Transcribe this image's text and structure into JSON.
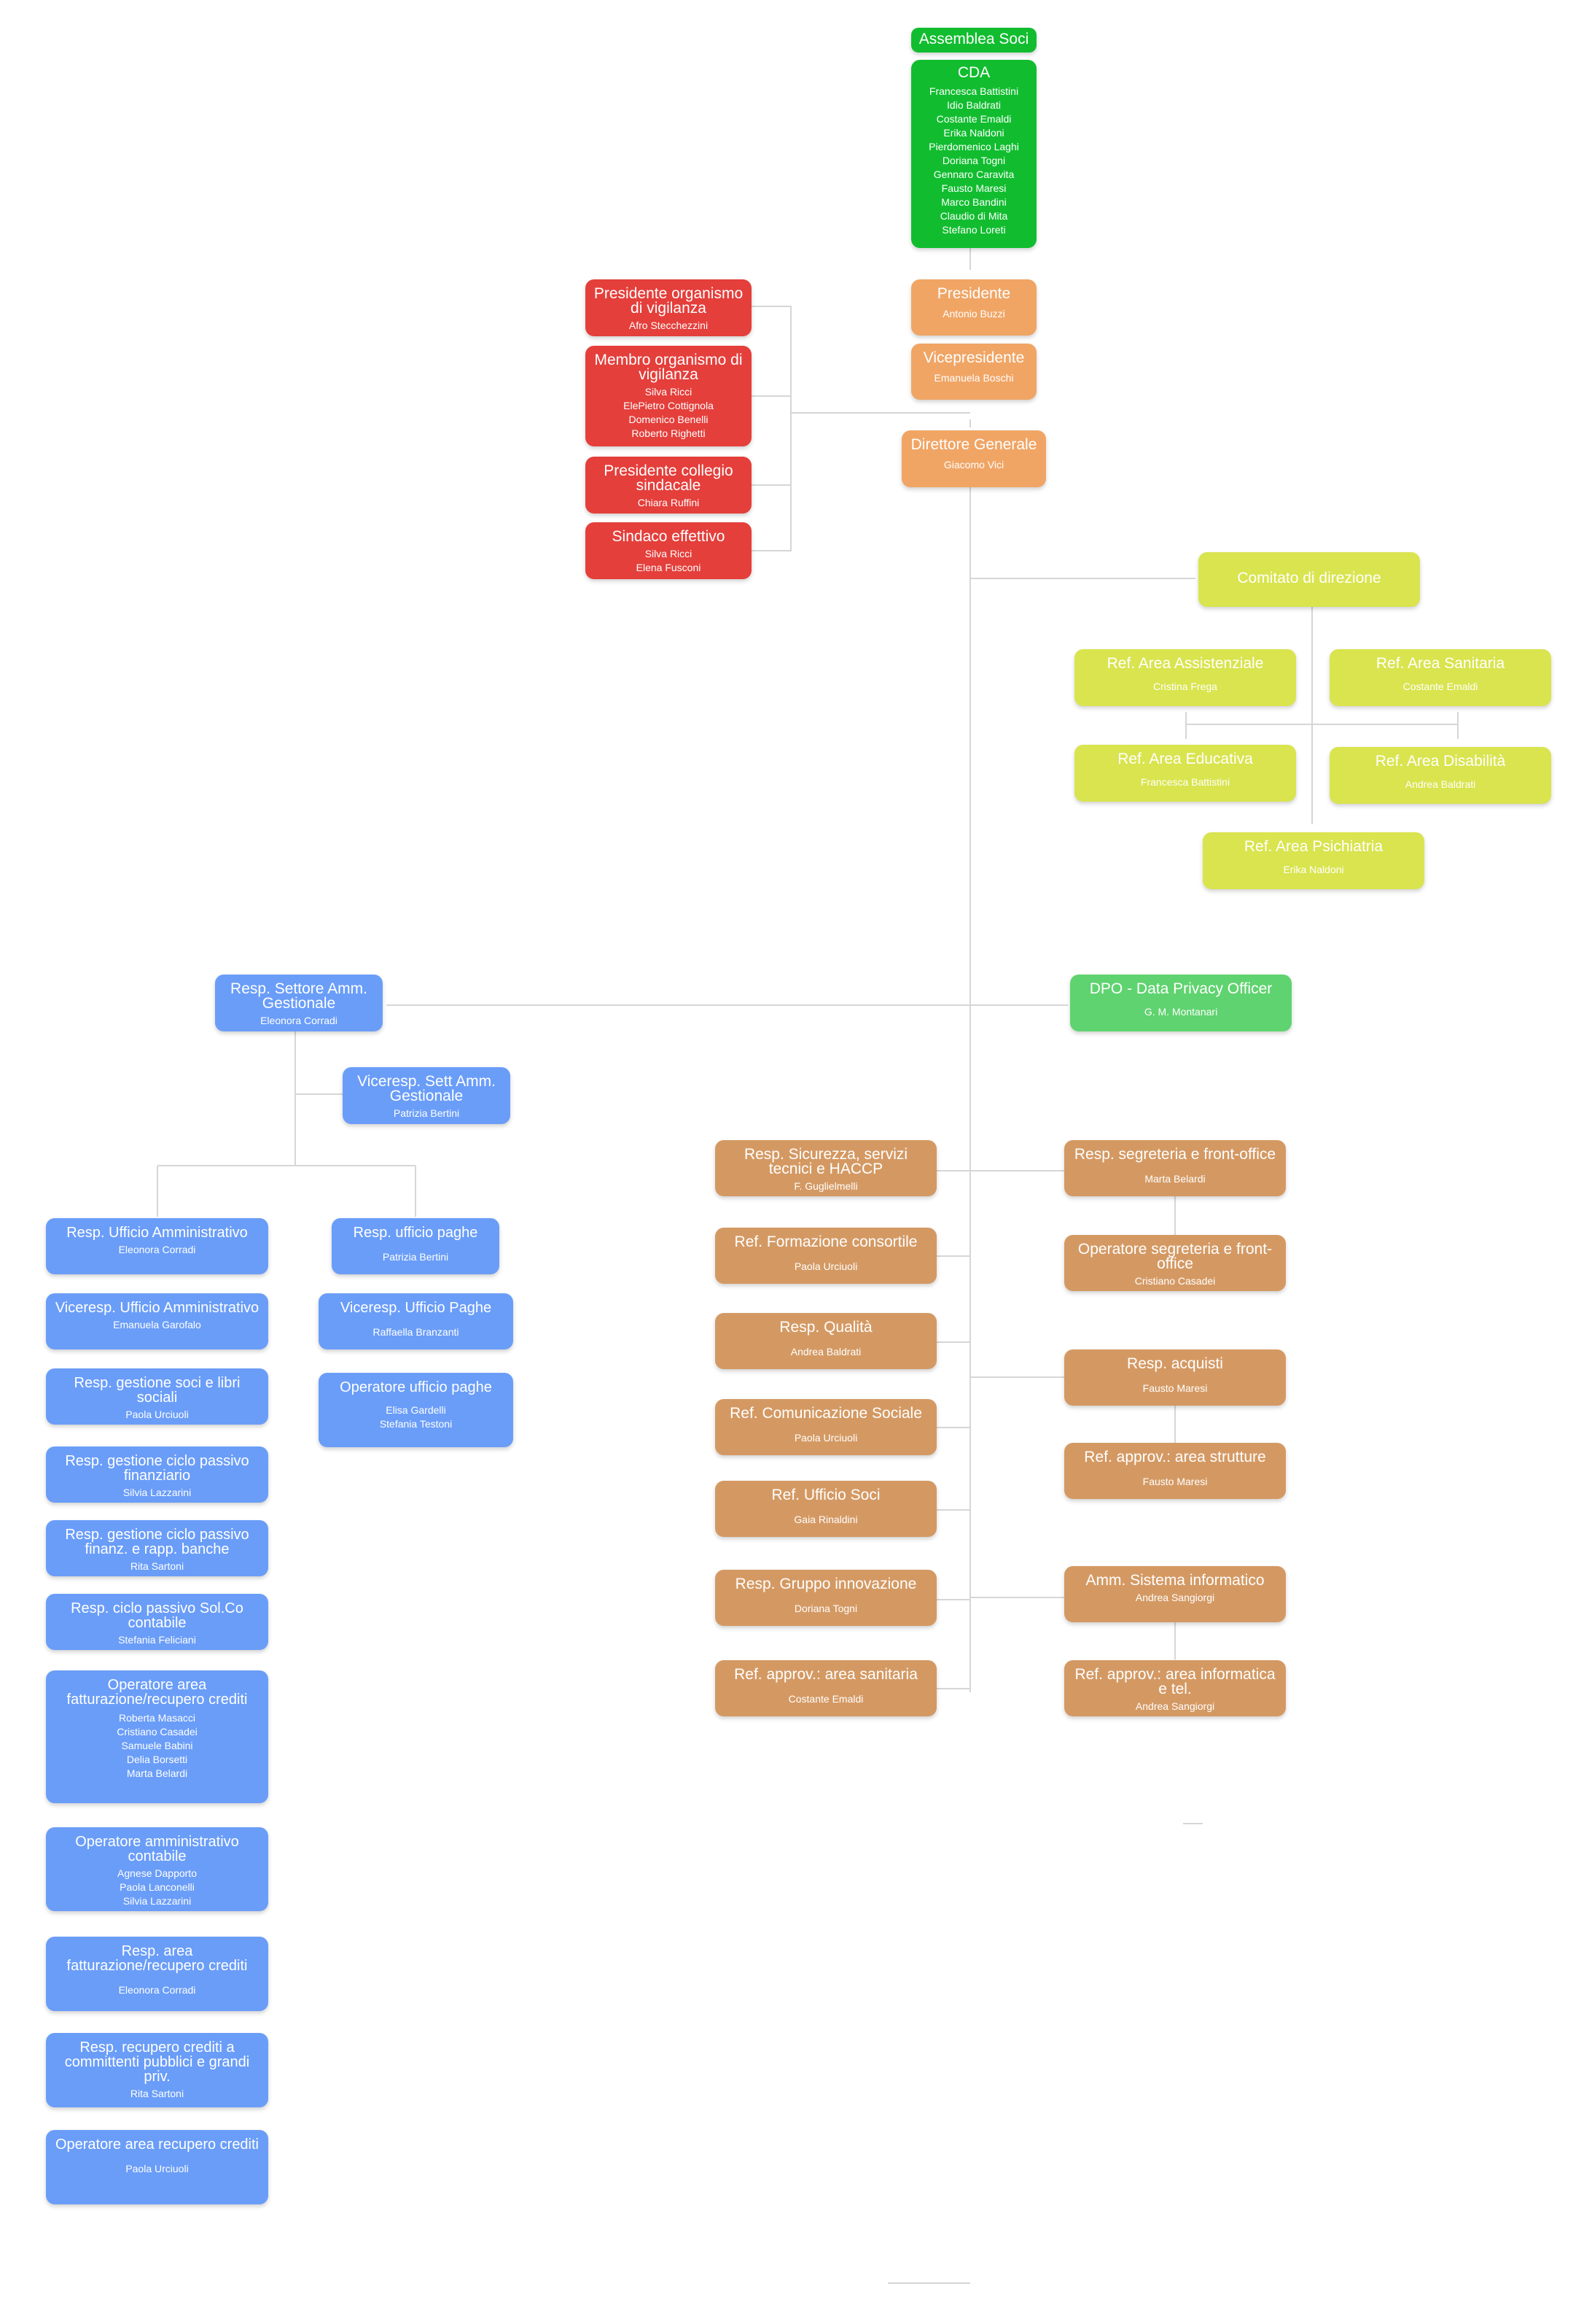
{
  "colors": {
    "governance": "#11bd2f",
    "executive": "#f0a565",
    "control": "#e43f3b",
    "committee": "#d9e44f",
    "dpo": "#5fd36f",
    "admin": "#6a9df8",
    "services": "#d49963",
    "connector": "#d6d6d6"
  },
  "nodes": {
    "assemblea": {
      "title": "Assemblea Soci"
    },
    "cda": {
      "title": "CDA",
      "members": "Francesca Battistini\nIdio Baldrati\nCostante Emaldi\nErika Naldoni\nPierdomenico Laghi\nDoriana Togni\nGennaro Caravita\nFausto Maresi\nMarco Bandini\nClaudio di Mita\nStefano Loreti"
    },
    "presidente": {
      "title": "Presidente",
      "members": "Antonio Buzzi"
    },
    "vicepresidente": {
      "title": "Vicepresidente",
      "members": "Emanuela Boschi"
    },
    "direttore": {
      "title": "Direttore Generale",
      "members": "Giacomo Vici"
    },
    "pres_vigilanza": {
      "title": "Presidente organismo di vigilanza",
      "members": "Afro Stecchezzini"
    },
    "membro_vigilanza": {
      "title": "Membro organismo di vigilanza",
      "members": "Silva Ricci\nElePietro Cottignola\nDomenico Benelli\nRoberto Righetti"
    },
    "pres_collegio": {
      "title": "Presidente collegio sindacale",
      "members": "Chiara Ruffini"
    },
    "sindaco": {
      "title": "Sindaco effettivo",
      "members": "Silva Ricci\nElena Fusconi"
    },
    "comitato": {
      "title": "Comitato di direzione"
    },
    "ref_assistenziale": {
      "title": "Ref. Area Assistenziale",
      "members": "Cristina Frega"
    },
    "ref_sanitaria": {
      "title": "Ref. Area Sanitaria",
      "members": "Costante Emaldi"
    },
    "ref_educativa": {
      "title": "Ref. Area Educativa",
      "members": "Francesca Battistini"
    },
    "ref_disabilita": {
      "title": "Ref. Area Disabilità",
      "members": "Andrea Baldrati"
    },
    "ref_psichiatria": {
      "title": "Ref. Area Psichiatria",
      "members": "Erika Naldoni"
    },
    "dpo": {
      "title": "DPO - Data Privacy Officer",
      "members": "G. M. Montanari"
    },
    "resp_settore": {
      "title": "Resp. Settore Amm. Gestionale",
      "members": "Eleonora Corradi"
    },
    "viceresp_settore": {
      "title": "Viceresp. Sett Amm. Gestionale",
      "members": "Patrizia Bertini"
    },
    "resp_uff_amm": {
      "title": "Resp. Ufficio Amministrativo",
      "members": "Eleonora Corradi"
    },
    "viceresp_uff_amm": {
      "title": "Viceresp. Ufficio Amministrativo",
      "members": "Emanuela Garofalo"
    },
    "resp_soci_libri": {
      "title": "Resp. gestione soci e libri sociali",
      "members": "Paola Urciuoli"
    },
    "resp_ciclo_fin": {
      "title": "Resp. gestione ciclo passivo finanziario",
      "members": "Silvia Lazzarini"
    },
    "resp_ciclo_banche": {
      "title": "Resp. gestione ciclo passivo finanz. e rapp. banche",
      "members": "Rita Sartoni"
    },
    "resp_ciclo_solco": {
      "title": "Resp. ciclo passivo Sol.Co contabile",
      "members": "Stefania Feliciani"
    },
    "op_fatturazione": {
      "title": "Operatore area fatturazione/recupero crediti",
      "members": "Roberta Masacci\nCristiano Casadei\nSamuele Babini\nDelia Borsetti\nMarta Belardi"
    },
    "op_amm_contabile": {
      "title": "Operatore amministrativo contabile",
      "members": "Agnese Dapporto\nPaola Lanconelli\nSilvia Lazzarini"
    },
    "resp_fatturazione": {
      "title": "Resp. area fatturazione/recupero crediti",
      "members": "Eleonora Corradi"
    },
    "resp_recupero": {
      "title": "Resp. recupero crediti a committenti pubblici e grandi priv.",
      "members": "Rita Sartoni"
    },
    "op_recupero": {
      "title": "Operatore area recupero crediti",
      "members": "Paola Urciuoli"
    },
    "resp_paghe": {
      "title": "Resp. ufficio paghe",
      "members": "Patrizia Bertini"
    },
    "viceresp_paghe": {
      "title": "Viceresp. Ufficio Paghe",
      "members": "Raffaella Branzanti"
    },
    "op_paghe": {
      "title": "Operatore ufficio paghe",
      "members": "Elisa Gardelli\nStefania Testoni"
    },
    "resp_sicurezza": {
      "title": "Resp. Sicurezza, servizi tecnici e HACCP",
      "members": "F. Guglielmelli"
    },
    "ref_formazione": {
      "title": "Ref. Formazione consortile",
      "members": "Paola Urciuoli"
    },
    "resp_qualita": {
      "title": "Resp. Qualità",
      "members": "Andrea Baldrati"
    },
    "ref_comunicazione": {
      "title": "Ref. Comunicazione Sociale",
      "members": "Paola Urciuoli"
    },
    "ref_soci": {
      "title": "Ref. Ufficio Soci",
      "members": "Gaia Rinaldini"
    },
    "resp_innovazione": {
      "title": "Resp. Gruppo innovazione",
      "members": "Doriana Togni"
    },
    "ref_approv_sanitaria": {
      "title": "Ref. approv.: area sanitaria",
      "members": "Costante Emaldi"
    },
    "resp_segreteria": {
      "title": "Resp. segreteria e front-office",
      "members": "Marta Belardi"
    },
    "op_segreteria": {
      "title": "Operatore segreteria e front-office",
      "members": "Cristiano Casadei"
    },
    "resp_acquisti": {
      "title": "Resp. acquisti",
      "members": "Fausto Maresi"
    },
    "ref_approv_strutture": {
      "title": "Ref. approv.: area strutture",
      "members": "Fausto Maresi"
    },
    "amm_sistema": {
      "title": "Amm. Sistema informatico",
      "members": "Andrea Sangiorgi"
    },
    "ref_approv_informatica": {
      "title": "Ref. approv.: area informatica e tel.",
      "members": "Andrea Sangiorgi"
    }
  }
}
